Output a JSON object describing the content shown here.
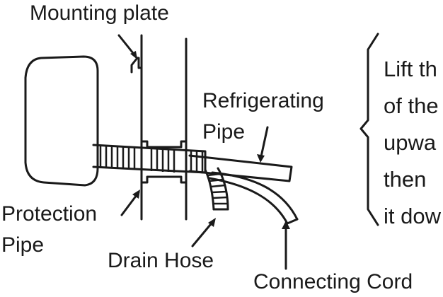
{
  "labels": {
    "mounting_plate": "Mounting plate",
    "refrigerating_pipe_line1": "Refrigerating",
    "refrigerating_pipe_line2": "Pipe",
    "protection_pipe_line1": "Protection",
    "protection_pipe_line2": "Pipe",
    "drain_hose": "Drain Hose",
    "connecting_cord": "Connecting Cord"
  },
  "instruction": {
    "lines": [
      "Lift th",
      "of the",
      "upwa",
      "then",
      "it dow"
    ]
  },
  "colors": {
    "ink": "#1a1a1a",
    "background": "#ffffff"
  }
}
